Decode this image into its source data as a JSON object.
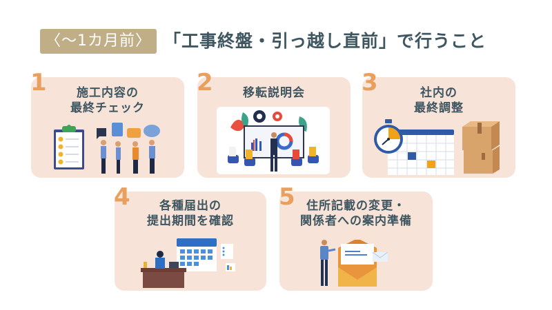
{
  "header": {
    "badge": "〈～1カ月前〉",
    "title": "「工事終盤・引っ越し直前」で行うこと"
  },
  "colors": {
    "badge_bg": "#BFAE86",
    "card_bg": "#F8E3D9",
    "number": "#E9A05E",
    "title_text": "#3E5660"
  },
  "cards": [
    {
      "number": "1",
      "title_lines": [
        "施工内容の",
        "最終チェック"
      ],
      "illustration": "clipboard-checklist-and-team-discussion"
    },
    {
      "number": "2",
      "title_lines": [
        "移転説明会"
      ],
      "illustration": "presentation-meeting"
    },
    {
      "number": "3",
      "title_lines": [
        "社内の",
        "最終調整"
      ],
      "illustration": "stopwatch-calendar-boxes"
    },
    {
      "number": "4",
      "title_lines": [
        "各種届出の",
        "提出期間を確認"
      ],
      "illustration": "desk-worker-with-calendar"
    },
    {
      "number": "5",
      "title_lines": [
        "住所記載の変更・",
        "関係者への案内準備"
      ],
      "illustration": "person-with-envelope"
    }
  ]
}
